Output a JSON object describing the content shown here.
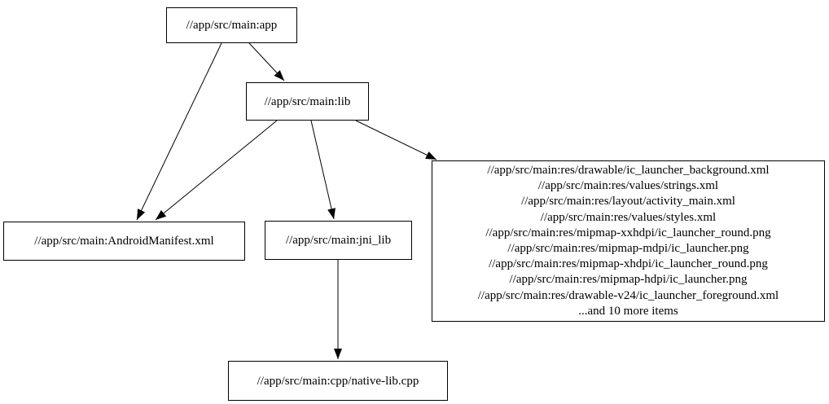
{
  "nodes": {
    "app": {
      "label": "//app/src/main:app"
    },
    "lib": {
      "label": "//app/src/main:lib"
    },
    "manifest": {
      "label": "//app/src/main:AndroidManifest.xml"
    },
    "jni_lib": {
      "label": "//app/src/main:jni_lib"
    },
    "cpp": {
      "label": "//app/src/main:cpp/native-lib.cpp"
    },
    "resources": {
      "lines": [
        "//app/src/main:res/drawable/ic_launcher_background.xml",
        "//app/src/main:res/values/strings.xml",
        "//app/src/main:res/layout/activity_main.xml",
        "//app/src/main:res/values/styles.xml",
        "//app/src/main:res/mipmap-xxhdpi/ic_launcher_round.png",
        "//app/src/main:res/mipmap-mdpi/ic_launcher.png",
        "//app/src/main:res/mipmap-xhdpi/ic_launcher_round.png",
        "//app/src/main:res/mipmap-hdpi/ic_launcher.png",
        "//app/src/main:res/drawable-v24/ic_launcher_foreground.xml",
        "...and 10 more items"
      ]
    }
  },
  "edges": [
    {
      "from": "app",
      "to": "lib"
    },
    {
      "from": "app",
      "to": "manifest"
    },
    {
      "from": "lib",
      "to": "manifest"
    },
    {
      "from": "lib",
      "to": "jni_lib"
    },
    {
      "from": "lib",
      "to": "resources"
    },
    {
      "from": "jni_lib",
      "to": "cpp"
    }
  ],
  "colors": {
    "background": "#ffffff",
    "node_border": "#000000",
    "text": "#000000",
    "edge": "#000000"
  }
}
